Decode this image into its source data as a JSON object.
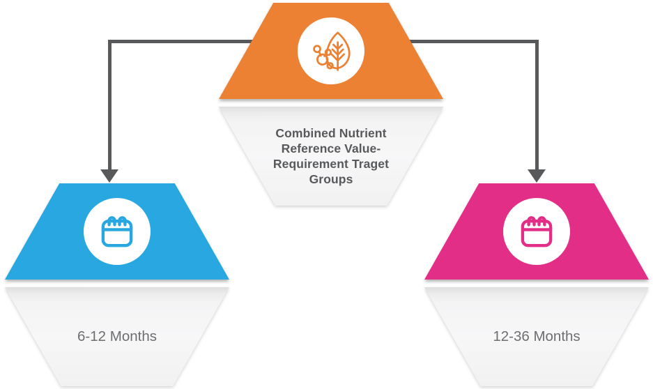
{
  "diagram": {
    "root": {
      "title": "Combined Nutrient Reference Value-Requirement Traget Groups",
      "title_lines": [
        "Combined Nutrient",
        "Reference Value-",
        "Requirement Traget",
        "Groups"
      ],
      "icon": "nutrition-icon"
    },
    "children": [
      {
        "label": "6-12 Months",
        "icon": "calendar-icon"
      },
      {
        "label": "12-36 Months",
        "icon": "calendar-icon"
      }
    ]
  },
  "colors": {
    "orange": "#EC8133",
    "blue": "#29A7E0",
    "pink": "#E22E87",
    "connector": "#58595B",
    "title-text": "#58595B",
    "label-text": "#6D6E70"
  }
}
